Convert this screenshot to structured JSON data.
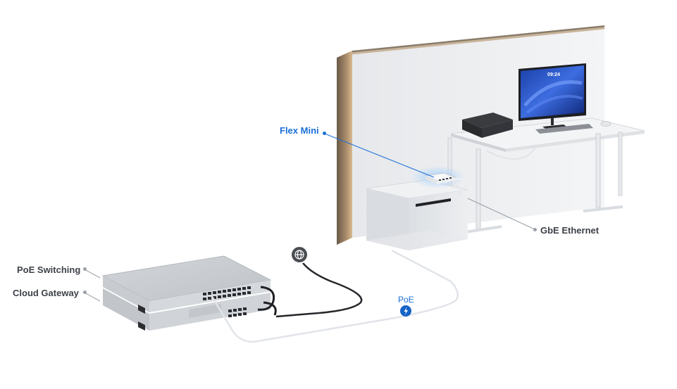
{
  "labels": {
    "flex_mini": "Flex Mini",
    "gbe_ethernet": "GbE Ethernet",
    "poe_switching": "PoE Switching",
    "cloud_gateway": "Cloud Gateway",
    "poe": "PoE"
  },
  "monitor": {
    "clock_time": "09:24"
  },
  "colors": {
    "accent_blue": "#1a6fd8",
    "label_gray": "#3d4148",
    "leader_gray": "#9aa0a8",
    "internet_badge": "#4a4d52",
    "poe_badge": "#1463c7"
  },
  "icons": {
    "internet": "globe-icon",
    "poe": "lightning-bolt-icon"
  }
}
